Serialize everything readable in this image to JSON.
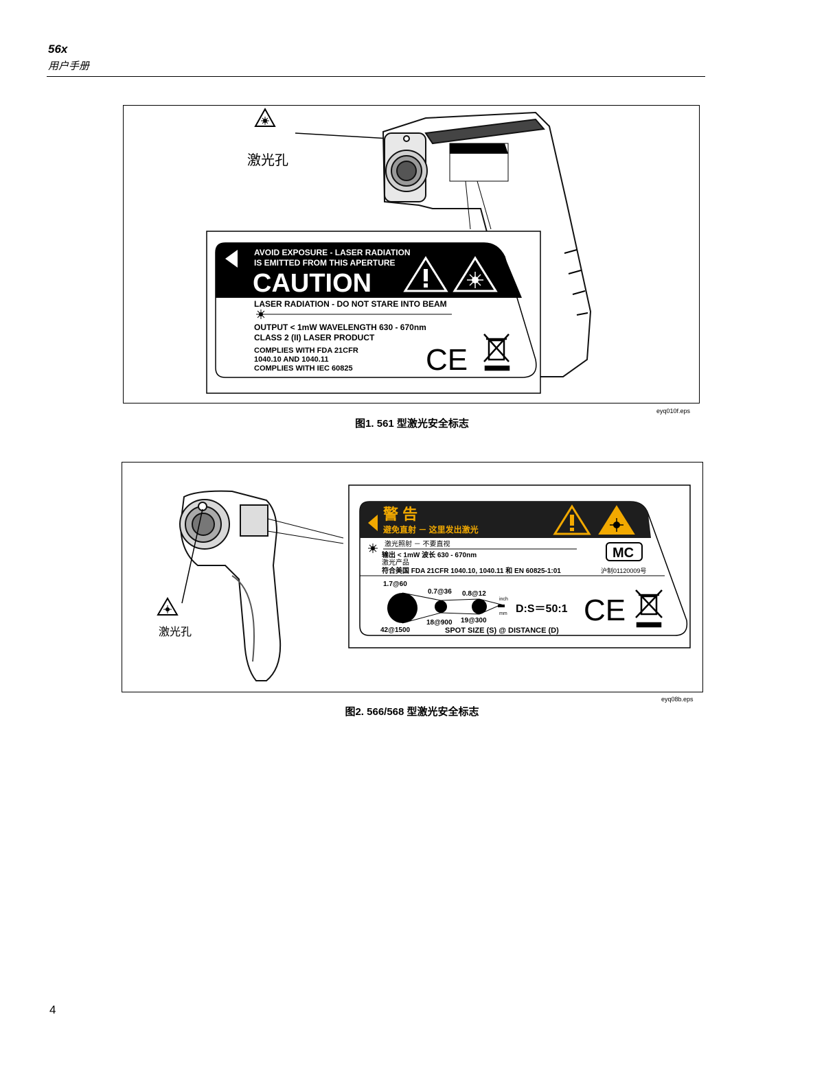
{
  "header": {
    "model": "56x",
    "subtitle": "用户手册"
  },
  "figure1": {
    "aperture_label": "激光孔",
    "label_lines": [
      "AVOID EXPOSURE - LASER RADIATION",
      "IS EMITTED FROM THIS APERTURE"
    ],
    "caution": "CAUTION",
    "stare": "LASER RADIATION - DO NOT STARE INTO BEAM",
    "output": "OUTPUT < 1mW   WAVELENGTH 630 - 670nm",
    "class": "CLASS 2 (II) LASER PRODUCT",
    "fda1": "COMPLIES WITH FDA 21CFR",
    "fda2": "1040.10 AND 1040.11",
    "iec": "COMPLIES WITH IEC 60825",
    "ce": "CE",
    "eps": "eyq010f.eps",
    "caption": "图1. 561 型激光安全标志"
  },
  "figure2": {
    "aperture_label": "激光孔",
    "warning": "警  告",
    "avoid": "避免直射 － 这里发出激光",
    "no_stare": "激光照射 － 不要直视",
    "output": "输出 < 1mW   波长 630 - 670nm",
    "product": "激光产品",
    "complies": "符合美国 FDA 21CFR 1040.10, 1040.11 和 EN 60825-1:01",
    "mc": "MC",
    "license": "沪制01120009号",
    "spot_labels": {
      "s1_inch": "1.7@60",
      "s2_inch": "0.7@36",
      "s3_inch": "0.8@12",
      "s1_mm": "42@1500",
      "s2_mm": "18@900",
      "s3_mm": "19@300",
      "inch": "inch",
      "mm": "mm"
    },
    "ds": "D:S＝50:1",
    "spot_size": "SPOT SIZE (S) @ DISTANCE (D)",
    "ce": "CE",
    "eps": "eyq08b.eps",
    "caption": "图2. 566/568 型激光安全标志"
  },
  "page_number": "4"
}
